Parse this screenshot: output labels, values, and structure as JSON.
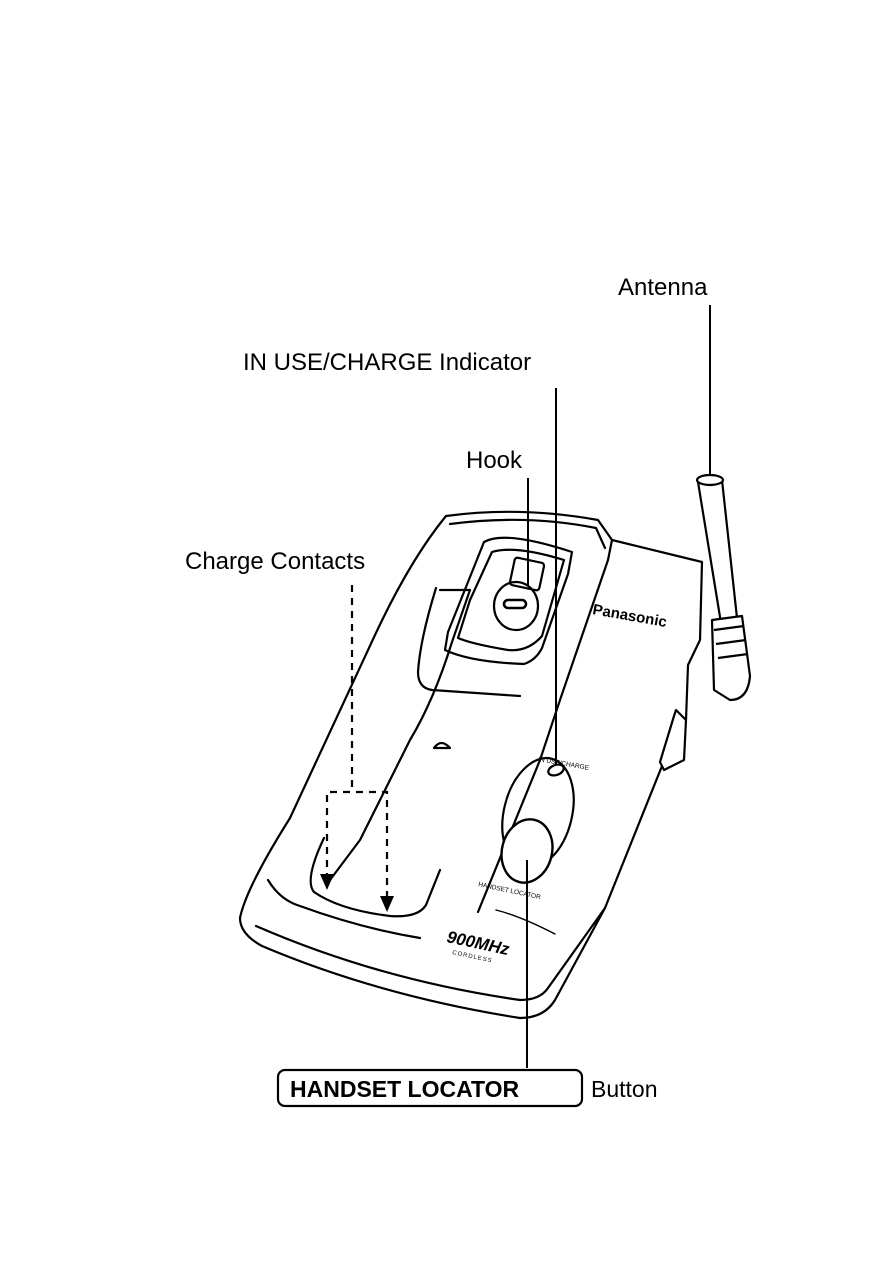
{
  "labels": {
    "antenna": "Antenna",
    "indicator": "IN USE/CHARGE Indicator",
    "hook": "Hook",
    "charge_contacts": "Charge Contacts",
    "locator_key": "HANDSET LOCATOR",
    "locator_suffix": "Button"
  },
  "device_print": {
    "brand": "Panasonic",
    "indicator_small": "IN USE/CHARGE",
    "locator_small": "HANDSET LOCATOR",
    "badge_main": "900MHz",
    "badge_sub": "CORDLESS"
  },
  "colors": {
    "ink": "#000000",
    "paper": "#ffffff"
  }
}
